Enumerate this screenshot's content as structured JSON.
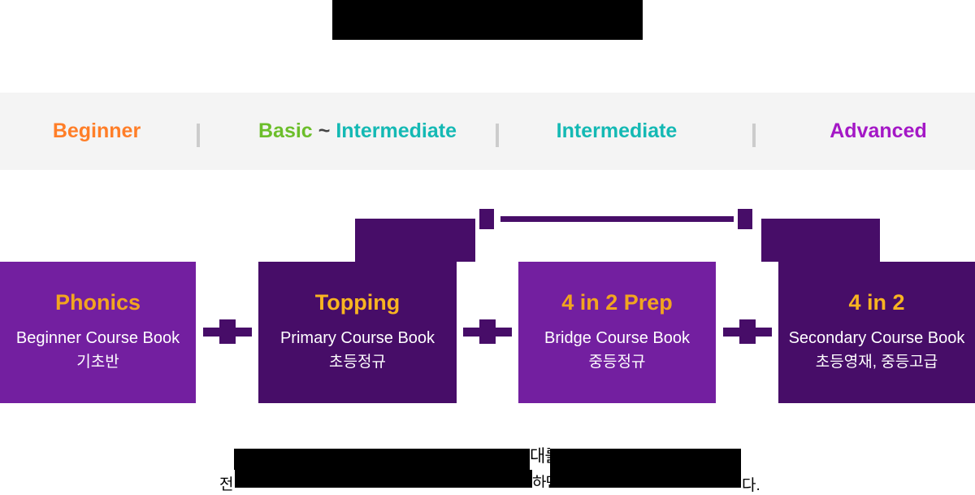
{
  "banner": {
    "visible_text": ""
  },
  "levels": {
    "beginner": "Beginner",
    "combo_basic": "Basic",
    "combo_tilde": "~",
    "combo_intermediate": "Intermediate",
    "intermediate": "Intermediate",
    "advanced": "Advanced"
  },
  "courses": [
    {
      "name": "Phonics",
      "line1": "Beginner Course Book",
      "line2": "기초반",
      "variant": "light"
    },
    {
      "name": "Topping",
      "line1": "Primary Course Book",
      "line2": "초등정규",
      "variant": "dark"
    },
    {
      "name": "4 in 2 Prep",
      "line1": "Bridge Course Book",
      "line2": "중등정규",
      "variant": "light"
    },
    {
      "name": "4 in 2",
      "line1": "Secondary Course Book",
      "line2": "초등영재, 중등고급",
      "variant": "dark"
    }
  ],
  "footer": {
    "line1_fragment": "대를",
    "line2_start": "전",
    "line2_fragment": "하면",
    "line2_end": "다."
  },
  "colors": {
    "dark_purple": "#470d68",
    "light_purple": "#731fa0",
    "gold_on_light": "#f2a51f",
    "gold_on_dark": "#f8b421",
    "beginner_orange": "#ff7e28",
    "basic_green": "#6cbe2b",
    "intermediate_teal": "#14b9b4",
    "advanced_purple": "#a418c6",
    "band_background": "#f4f4f4",
    "separator_gray": "#cccccc",
    "banner_black": "#000000",
    "box_text_white": "#ffffff"
  }
}
